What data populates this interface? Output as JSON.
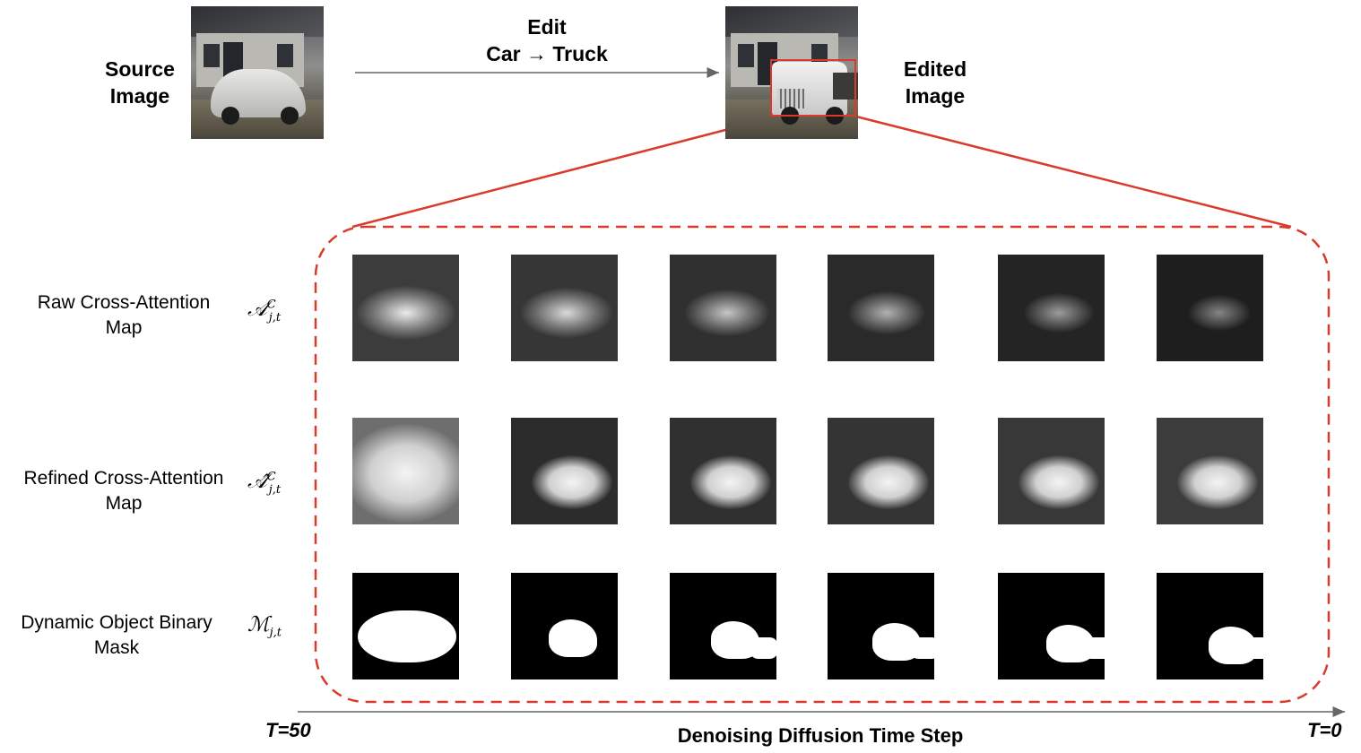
{
  "source": {
    "label_line1": "Source",
    "label_line2": "Image"
  },
  "edit": {
    "line1": "Edit",
    "line2": "Car → Truck"
  },
  "edited": {
    "label_line1": "Edited",
    "label_line2": "Image"
  },
  "rows": [
    {
      "label_line1": "Raw Cross-Attention",
      "label_line2": "Map",
      "symbol_base": "𝒜",
      "symbol_sup": "C",
      "symbol_sub": "j,t"
    },
    {
      "label_line1": "Refined Cross-Attention",
      "label_line2": "Map",
      "symbol_base": "𝒜̂",
      "symbol_sup": "C",
      "symbol_sub": "j,t"
    },
    {
      "label_line1": "Dynamic Object Binary",
      "label_line2": "Mask",
      "symbol_base": "ℳ",
      "symbol_sup": "",
      "symbol_sub": "j,t"
    }
  ],
  "timeline": {
    "start": "T=50",
    "end": "T=0",
    "title": "Denoising Diffusion Time Step"
  },
  "colors": {
    "highlight": "#d93a2b",
    "arrow": "#666666"
  }
}
